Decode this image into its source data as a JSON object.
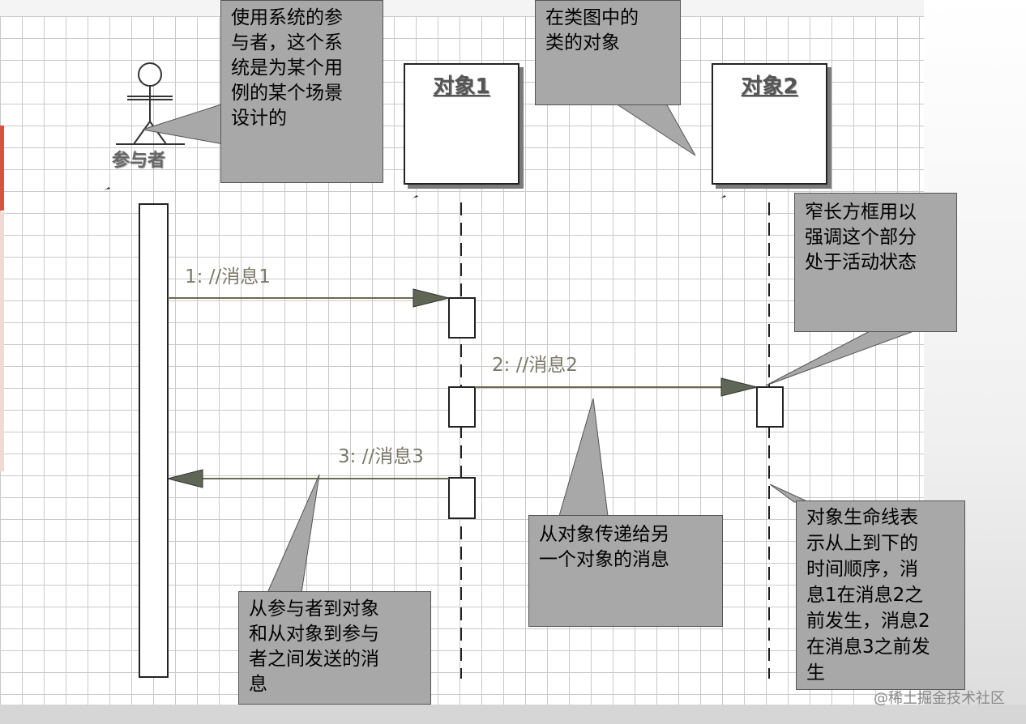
{
  "actor": {
    "label": "参与者"
  },
  "objects": [
    {
      "title": "对象1"
    },
    {
      "title": "对象2"
    }
  ],
  "messages": [
    {
      "label": "1: //消息1"
    },
    {
      "label": "2: //消息2"
    },
    {
      "label": "3: //消息3"
    }
  ],
  "notes": {
    "actor_note": "使用系统的参\n与者，这个系\n统是为某个用\n例的某个场景\n设计的",
    "class_note": "在类图中的\n类的对象",
    "activation_note": "窄长方框用以\n强调这个部分\n处于活动状态",
    "message_note": "从对象传递给另\n一个对象的消息",
    "between_note": "从参与者到对象\n和从对象到参与\n者之间发送的消\n息",
    "lifeline_note": "对象生命线表\n示从上到下的\n时间顺序，消\n息1在消息2之\n前发生，消息2\n在消息3之前发\n生"
  },
  "watermark": "@稀土掘金技术社区",
  "colors": {
    "note_fill": "#a8a8a8",
    "arrow_line": "#6b6b4e",
    "arrow_head": "#5f6656",
    "grid_line": "#c9c9c9"
  }
}
